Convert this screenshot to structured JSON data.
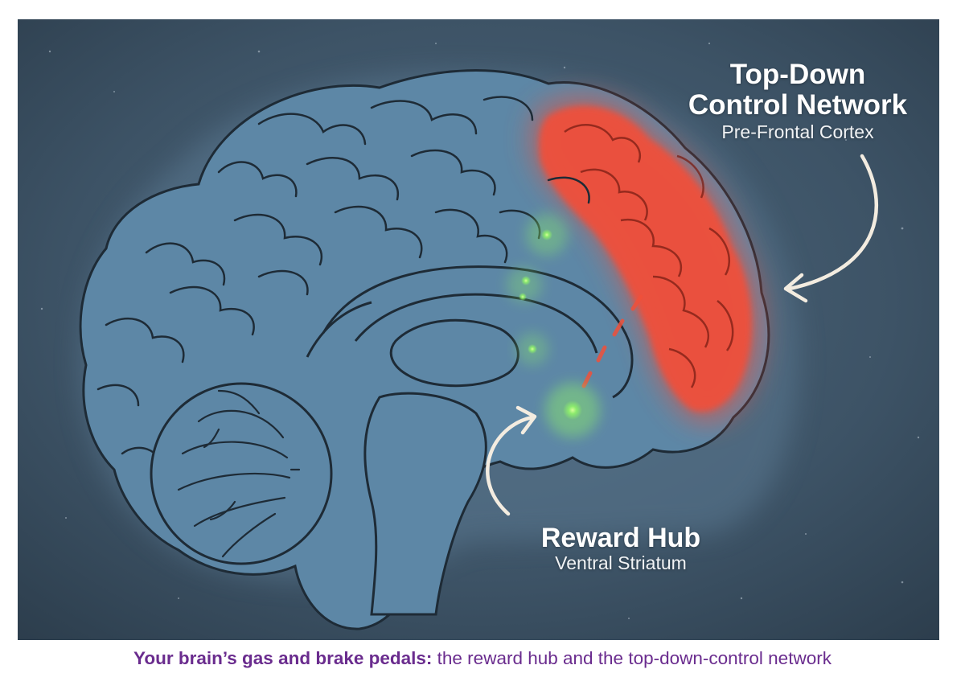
{
  "labels": {
    "top_down": {
      "line1": "Top-Down",
      "line2": "Control Network",
      "subtitle": "Pre-Frontal Cortex"
    },
    "reward": {
      "title": "Reward Hub",
      "subtitle": "Ventral Striatum"
    }
  },
  "caption": {
    "bold": "Your brain’s gas and brake pedals:",
    "rest": " the reward hub and the top-down-control network"
  },
  "colors": {
    "background": "#3d5366",
    "brain_fill": "#5d87a6",
    "outline": "#1e2b36",
    "prefrontal_highlight": "#f0503a",
    "reward_glow": "#8ef06a",
    "caption_text": "#6a2c8e"
  }
}
